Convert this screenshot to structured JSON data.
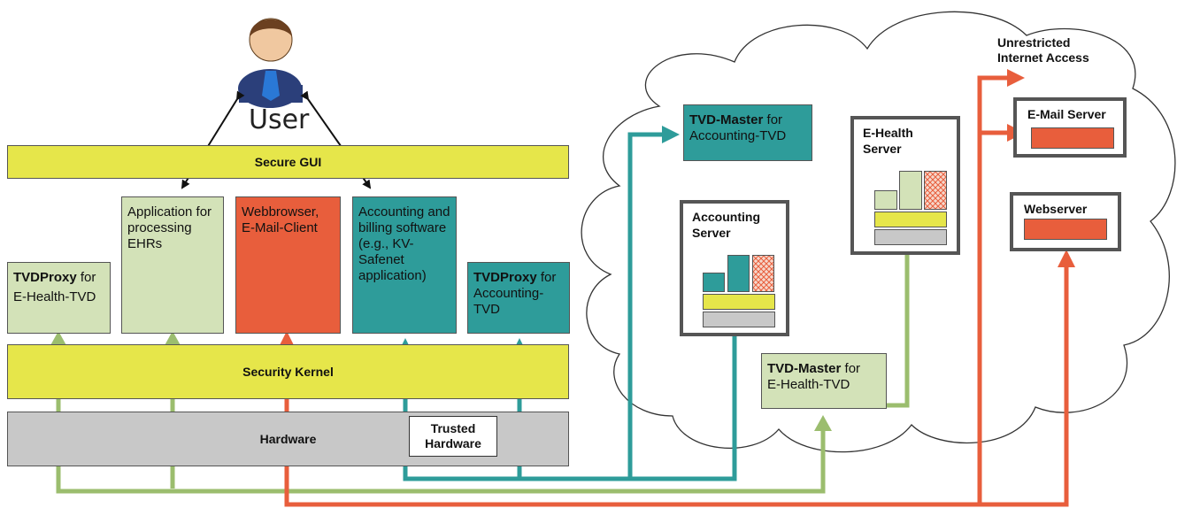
{
  "user": {
    "label": "User"
  },
  "layers": {
    "secure_gui": "Secure GUI",
    "security_kernel": "Security Kernel",
    "hardware": "Hardware",
    "trusted_hardware_line1": "Trusted",
    "trusted_hardware_line2": "Hardware"
  },
  "vms": {
    "tvdproxy_ehealth": {
      "bold": "TVDProxy",
      "rest": " for",
      "line2": "E-Health-TVD"
    },
    "app_ehr": {
      "text": "Application for processing EHRs"
    },
    "webbrowser": {
      "line1": "Webbrowser,",
      "line2": "E-Mail-Client"
    },
    "accounting_sw": {
      "text": "Accounting and billing software (e.g., KV-Safenet application)"
    },
    "tvdproxy_accounting": {
      "bold": "TVDProxy",
      "rest": " for",
      "line2": "Accounting-",
      "line3": "TVD"
    }
  },
  "cloud": {
    "unrestricted_line1": "Unrestricted",
    "unrestricted_line2": "Internet Access",
    "tvd_master_accounting": {
      "bold": "TVD-Master",
      "rest": " for",
      "line2": "Accounting-TVD"
    },
    "tvd_master_ehealth": {
      "bold": "TVD-Master",
      "rest": " for",
      "line2": "E-Health-TVD"
    },
    "accounting_server": {
      "line1": "Accounting",
      "line2": "Server"
    },
    "ehealth_server": {
      "line1": "E-Health",
      "line2": "Server"
    },
    "email_server": {
      "label": "E-Mail Server"
    },
    "webserver": {
      "label": "Webserver"
    }
  },
  "colors": {
    "yellow": "#e6e64a",
    "grey": "#c8c8c8",
    "light_green": "#d3e2b8",
    "green_arrow": "#9bbd6e",
    "orange": "#e85e3c",
    "teal": "#2e9c9a"
  }
}
